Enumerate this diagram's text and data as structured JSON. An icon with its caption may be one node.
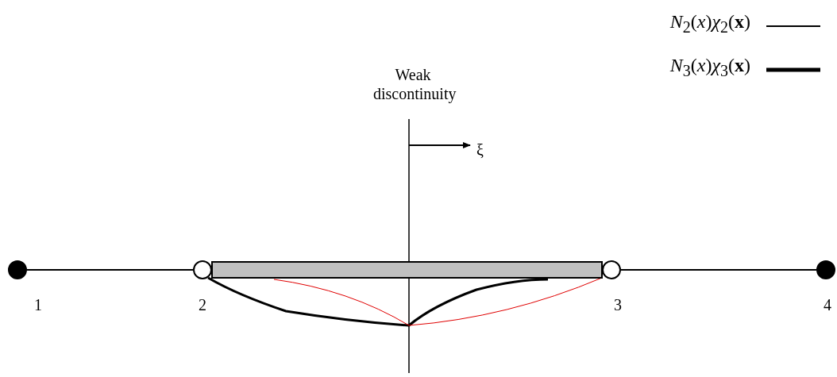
{
  "diagram": {
    "nodes": [
      {
        "text": [],
        "shape": "circle",
        "beside": [
          "1"
        ]
      },
      {
        "text": [],
        "shape": "circle",
        "beside": [
          "2"
        ]
      },
      {
        "text": [],
        "shape": "circle",
        "beside": [
          "3"
        ]
      },
      {
        "text": [],
        "shape": "circle",
        "beside": [
          "4"
        ]
      }
    ],
    "edges": [
      {
        "from": 0,
        "to": 1,
        "arrow": "none"
      },
      {
        "from": 1,
        "to": 2,
        "arrow": "none",
        "style": "thick",
        "color": "#c0c0c0"
      },
      {
        "from": 2,
        "to": 3,
        "arrow": "none"
      }
    ],
    "labels": [
      "Weak discontinuity",
      "ξ"
    ],
    "legend": [
      {
        "text": "*N*$_{2}$(*x*)*χ*$_{2}$(**x**)"
      },
      {
        "text": "*N*$_{3}$(*x*)*χ*$_{3}$(**x**)"
      }
    ]
  }
}
